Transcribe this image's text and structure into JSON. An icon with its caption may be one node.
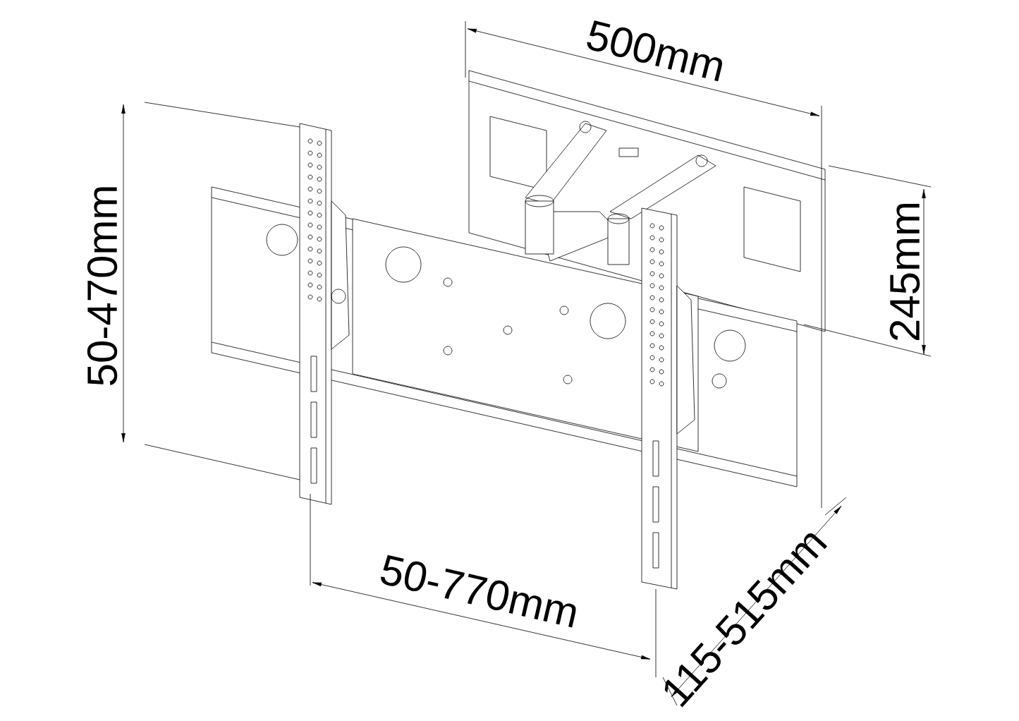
{
  "diagram": {
    "labels": [
      "500mm",
      "50-470mm",
      "245mm",
      "50-770mm",
      "115-515mm"
    ]
  }
}
